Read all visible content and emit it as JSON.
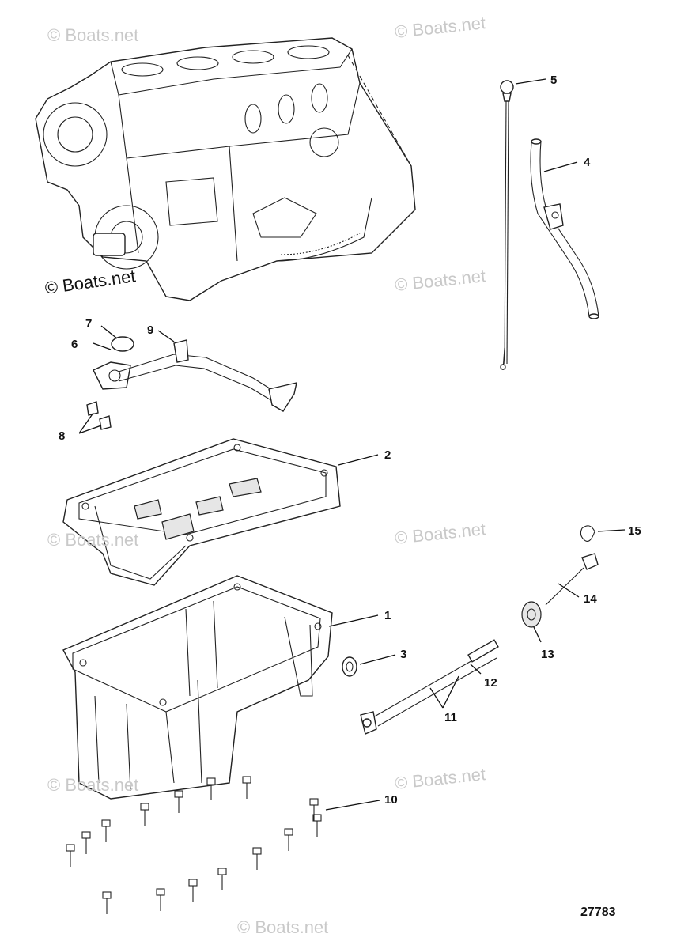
{
  "watermarks": [
    {
      "text": "© Boats.net"
    },
    {
      "text": "© Boats.net"
    },
    {
      "text": "© Boats.net"
    },
    {
      "text": "© Boats.net"
    },
    {
      "text": "© Boats.net"
    },
    {
      "text": "© Boats.net"
    },
    {
      "text": "© Boats.net"
    },
    {
      "text": "© Boats.net"
    },
    {
      "text": "© Boats.net"
    }
  ],
  "callouts": {
    "c1": "1",
    "c2": "2",
    "c3": "3",
    "c4": "4",
    "c5": "5",
    "c6": "6",
    "c7": "7",
    "c8": "8",
    "c9": "9",
    "c10": "10",
    "c11": "11",
    "c12": "12",
    "c13": "13",
    "c14": "14",
    "c15": "15"
  },
  "figure_number": "27783"
}
